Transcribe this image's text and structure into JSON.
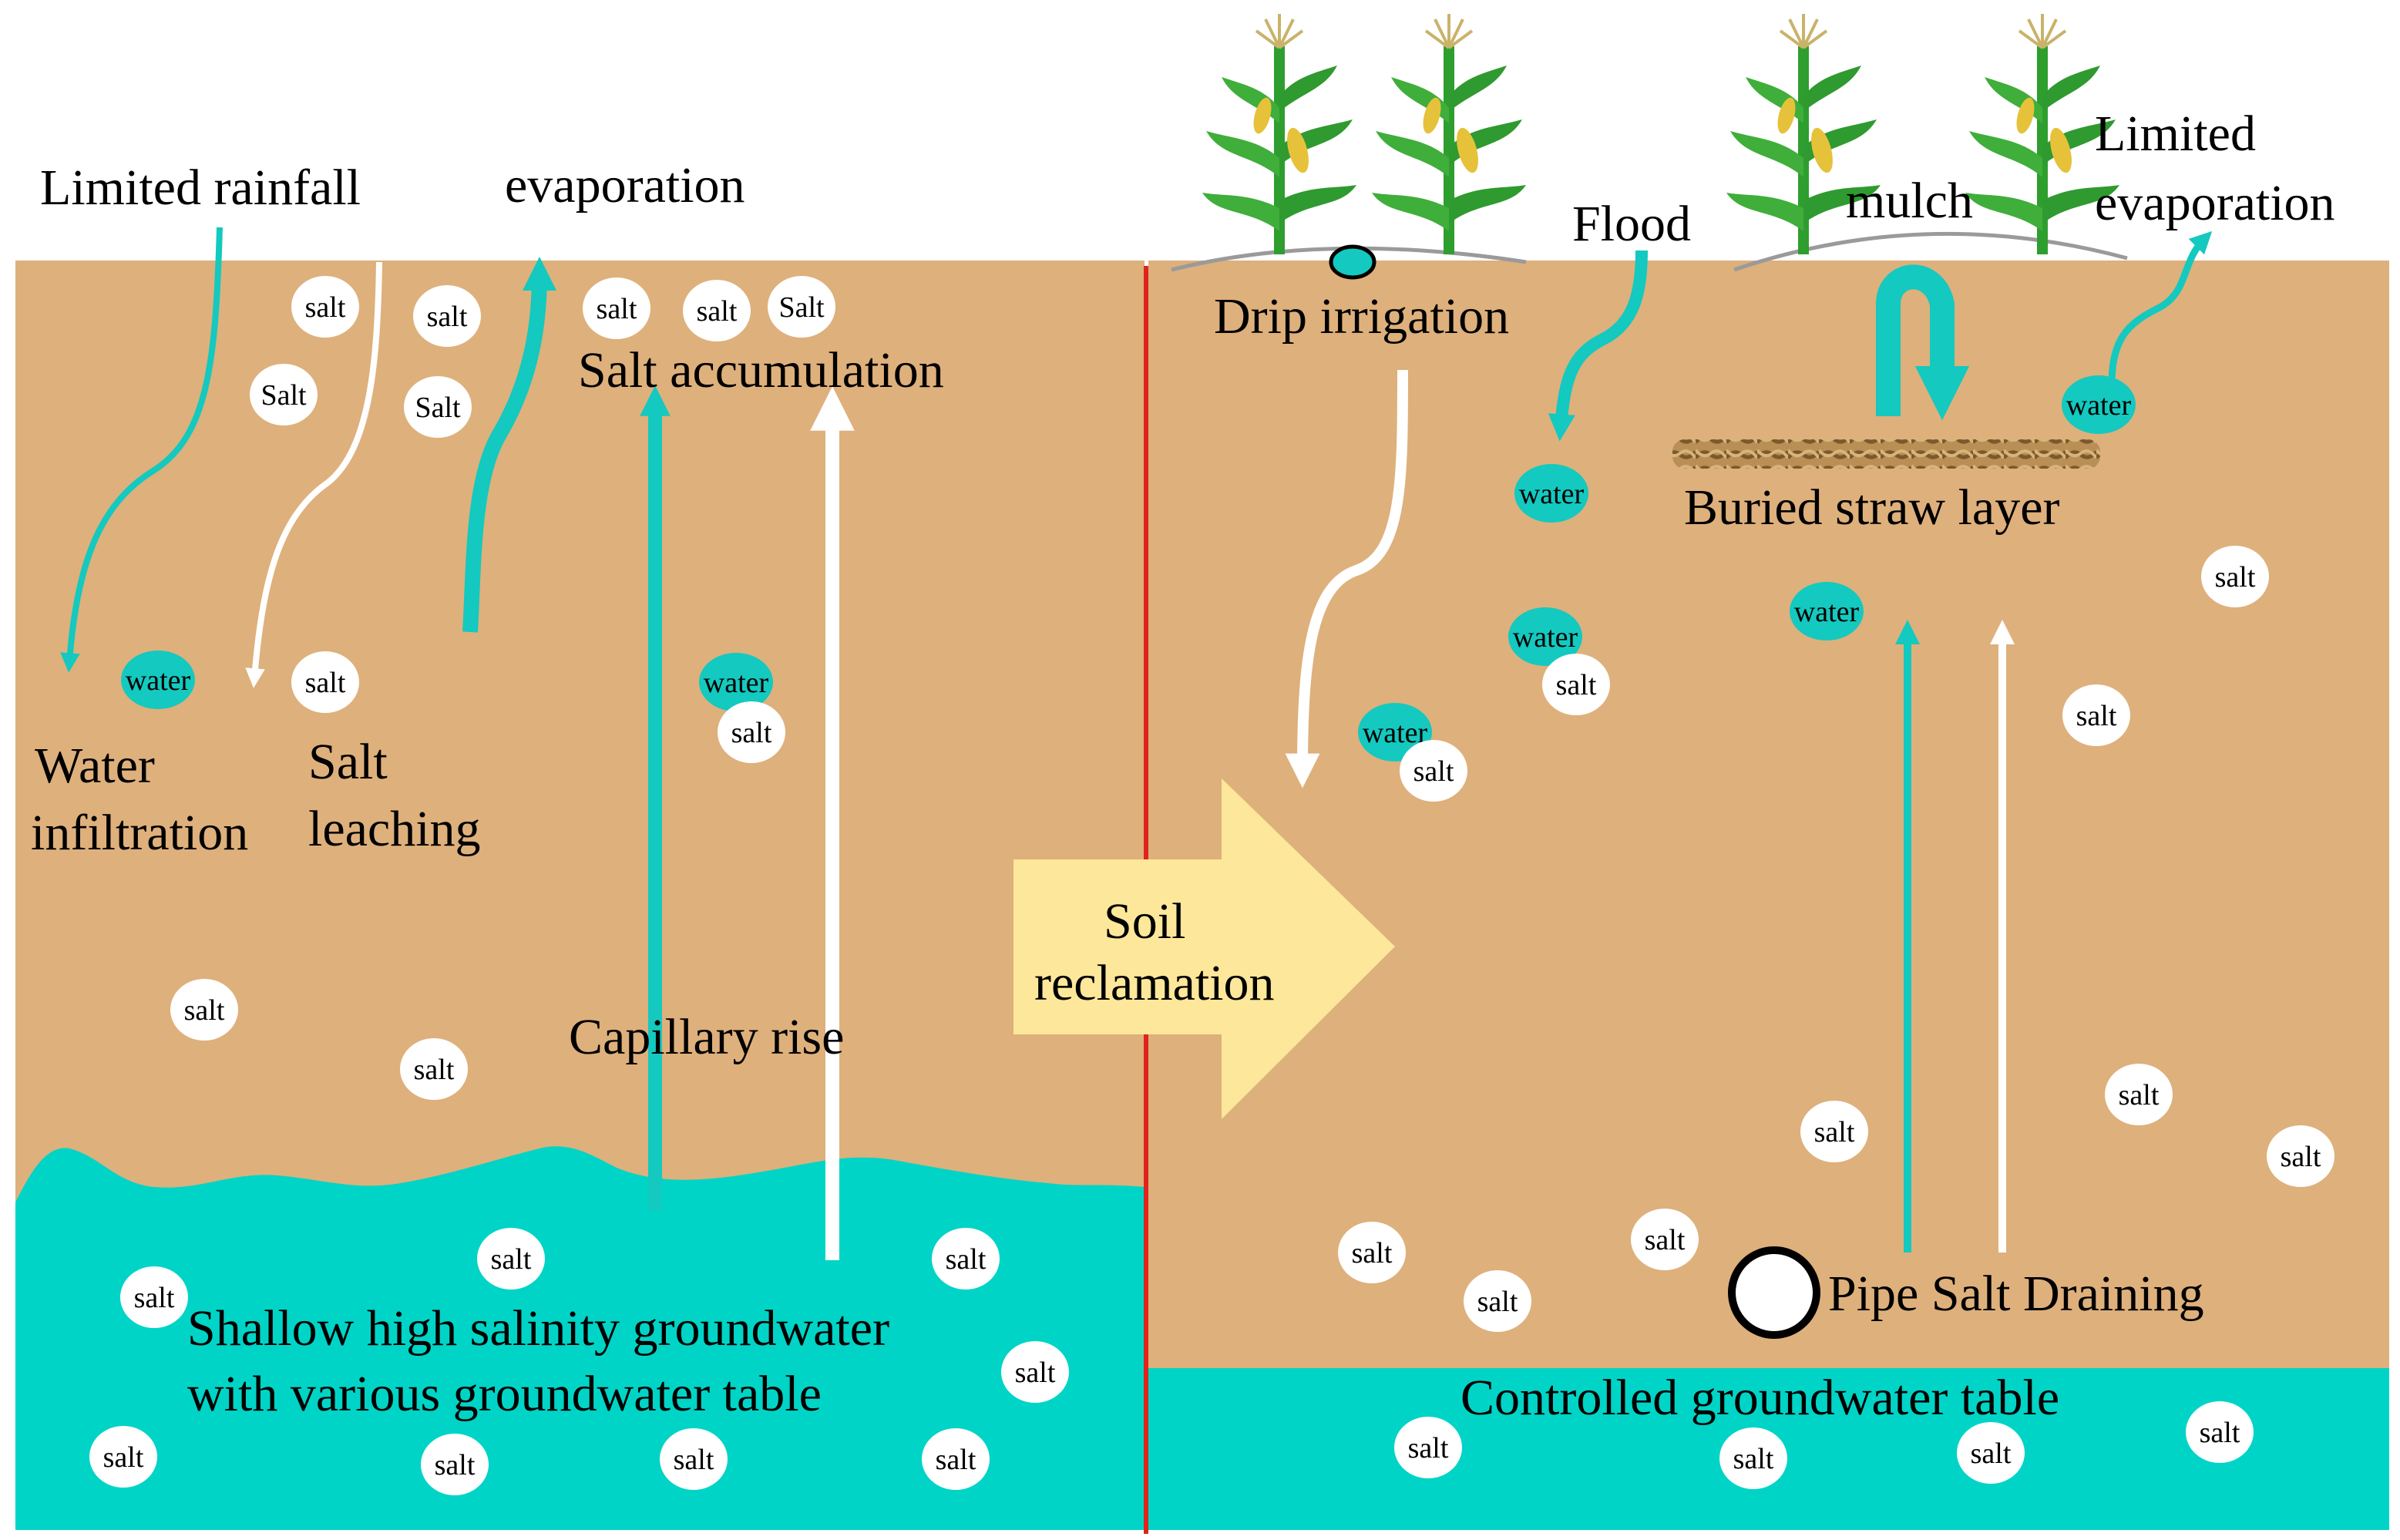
{
  "left": {
    "limited_rainfall": "Limited rainfall",
    "evaporation": "evaporation",
    "salt_accumulation": "Salt accumulation",
    "water_infiltration_1": "Water",
    "water_infiltration_2": "infiltration",
    "salt_leaching_1": "Salt",
    "salt_leaching_2": "leaching",
    "capillary_rise": "Capillary rise",
    "groundwater_1": "Shallow high salinity groundwater",
    "groundwater_2": "with various groundwater table"
  },
  "middle": {
    "arrow_line_1": "Soil",
    "arrow_line_2": "reclamation"
  },
  "right": {
    "drip_irrigation": "Drip irrigation",
    "flood": "Flood",
    "mulch": "mulch",
    "limited_evaporation_1": "Limited",
    "limited_evaporation_2": "evaporation",
    "buried_straw_layer": "Buried straw layer",
    "pipe_salt_draining": "Pipe Salt Draining",
    "controlled_groundwater": "Controlled groundwater table"
  },
  "tokens": {
    "salt": "salt",
    "salt_cap": "Salt",
    "water": "water"
  },
  "colors": {
    "soil": "#deb07c",
    "groundwater": "#00d4c6",
    "arrow_teal": "#14c9bf",
    "divider": "#e0241b",
    "reclamation_arrow": "#fde79a"
  }
}
